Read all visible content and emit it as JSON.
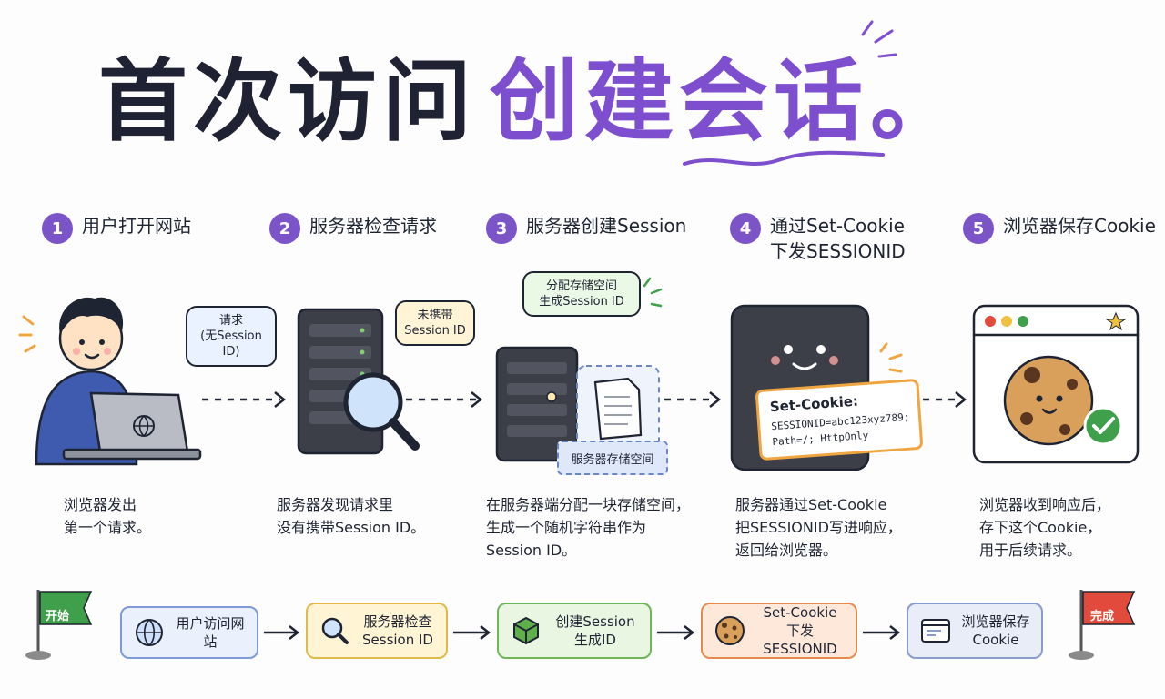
{
  "title": {
    "part1": "首次访问",
    "part2": "创建会话",
    "period": "。"
  },
  "steps": [
    {
      "num": "1",
      "title": "用户打开网站",
      "desc": "浏览器发出\n第一个请求。"
    },
    {
      "num": "2",
      "title": "服务器检查请求",
      "desc": "服务器发现请求里\n没有携带Session ID。"
    },
    {
      "num": "3",
      "title": "服务器创建Session",
      "desc": "在服务器端分配一块存储空间，\n生成一个随机字符串作为\nSession ID。"
    },
    {
      "num": "4",
      "title": "通过Set-Cookie\n下发SESSIONID",
      "desc": "服务器通过Set-Cookie\n把SESSIONID写进响应，\n返回给浏览器。"
    },
    {
      "num": "5",
      "title": "浏览器保存Cookie",
      "desc": "浏览器收到响应后，\n存下这个Cookie，\n用于后续请求。"
    }
  ],
  "bubbles": {
    "request": "请求\n(无Session ID)",
    "no_session": "未携带\nSession ID",
    "allocate": "分配存储空间\n生成Session ID",
    "storage_label": "服务器存储空间"
  },
  "cookie_card": {
    "header": "Set-Cookie:",
    "line1": "SESSIONID=abc123xyz789;",
    "line2": "Path=/;   HttpOnly"
  },
  "flow": {
    "start": "开始",
    "end": "完成",
    "items": [
      {
        "label": "用户访问网站",
        "icon": "globe-icon",
        "bg": "#eaf0fc",
        "border": "#7f9ad6"
      },
      {
        "label": "服务器检查\nSession ID",
        "icon": "magnifier-icon",
        "bg": "#fff4d4",
        "border": "#e3b84a"
      },
      {
        "label": "创建Session\n生成ID",
        "icon": "cube-icon",
        "bg": "#e8f6e2",
        "border": "#71b45a"
      },
      {
        "label": "Set-Cookie\n下发SESSIONID",
        "icon": "cookie-icon",
        "bg": "#fde8da",
        "border": "#e58a50"
      },
      {
        "label": "浏览器保存\nCookie",
        "icon": "browser-icon",
        "bg": "#e8edf8",
        "border": "#8a9ccc"
      }
    ]
  },
  "colors": {
    "accent": "#7b55c7",
    "ink": "#1f2433",
    "server": "#3c3f48",
    "cookie": "#c98a3c",
    "flag_green": "#3f9f4a",
    "flag_red": "#e24b3b"
  }
}
